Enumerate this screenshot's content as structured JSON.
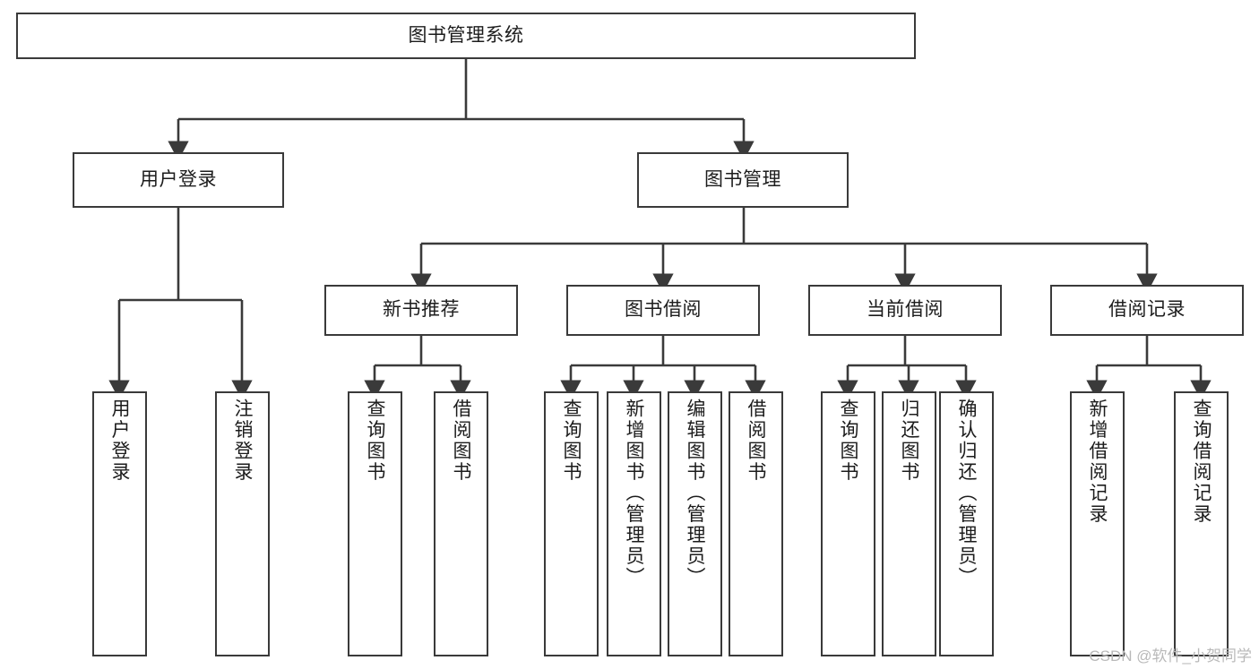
{
  "diagram": {
    "title": "图书管理系统",
    "type": "functional-structure-tree",
    "line_color": "#3a3a3a",
    "text_color": "#1c1c1c",
    "background": "#ffffff"
  },
  "nodes": {
    "root": {
      "label": "图书管理系统",
      "orientation": "horizontal"
    },
    "level2": [
      {
        "id": "user-login",
        "label": "用户登录",
        "orientation": "horizontal"
      },
      {
        "id": "book-manage",
        "label": "图书管理",
        "orientation": "horizontal"
      }
    ],
    "level3": [
      {
        "id": "new-book-recommend",
        "label": "新书推荐",
        "orientation": "horizontal"
      },
      {
        "id": "book-borrow",
        "label": "图书借阅",
        "orientation": "horizontal"
      },
      {
        "id": "current-borrow",
        "label": "当前借阅",
        "orientation": "horizontal"
      },
      {
        "id": "borrow-record",
        "label": "借阅记录",
        "orientation": "horizontal"
      }
    ],
    "leaves": {
      "user_login": [
        {
          "id": "leaf-user-login",
          "label": "用户登录"
        },
        {
          "id": "leaf-logout-login",
          "label": "注销登录"
        }
      ],
      "new_book_recommend": [
        {
          "id": "leaf-query-book-1",
          "label": "查询图书"
        },
        {
          "id": "leaf-borrow-book-1",
          "label": "借阅图书"
        }
      ],
      "book_borrow": [
        {
          "id": "leaf-query-book-2",
          "label": "查询图书"
        },
        {
          "id": "leaf-add-book",
          "label": "新增图书（管理员）"
        },
        {
          "id": "leaf-edit-book",
          "label": "编辑图书（管理员）"
        },
        {
          "id": "leaf-borrow-book-2",
          "label": "借阅图书"
        }
      ],
      "current_borrow": [
        {
          "id": "leaf-query-book-3",
          "label": "查询图书"
        },
        {
          "id": "leaf-return-book",
          "label": "归还图书"
        },
        {
          "id": "leaf-confirm-return",
          "label": "确认归还（管理员）"
        }
      ],
      "borrow_record": [
        {
          "id": "leaf-add-borrow-record",
          "label": "新增借阅记录"
        },
        {
          "id": "leaf-query-borrow-record",
          "label": "查询借阅记录"
        }
      ]
    }
  },
  "watermark": {
    "text": "CSDN @软件_小贺同学"
  }
}
